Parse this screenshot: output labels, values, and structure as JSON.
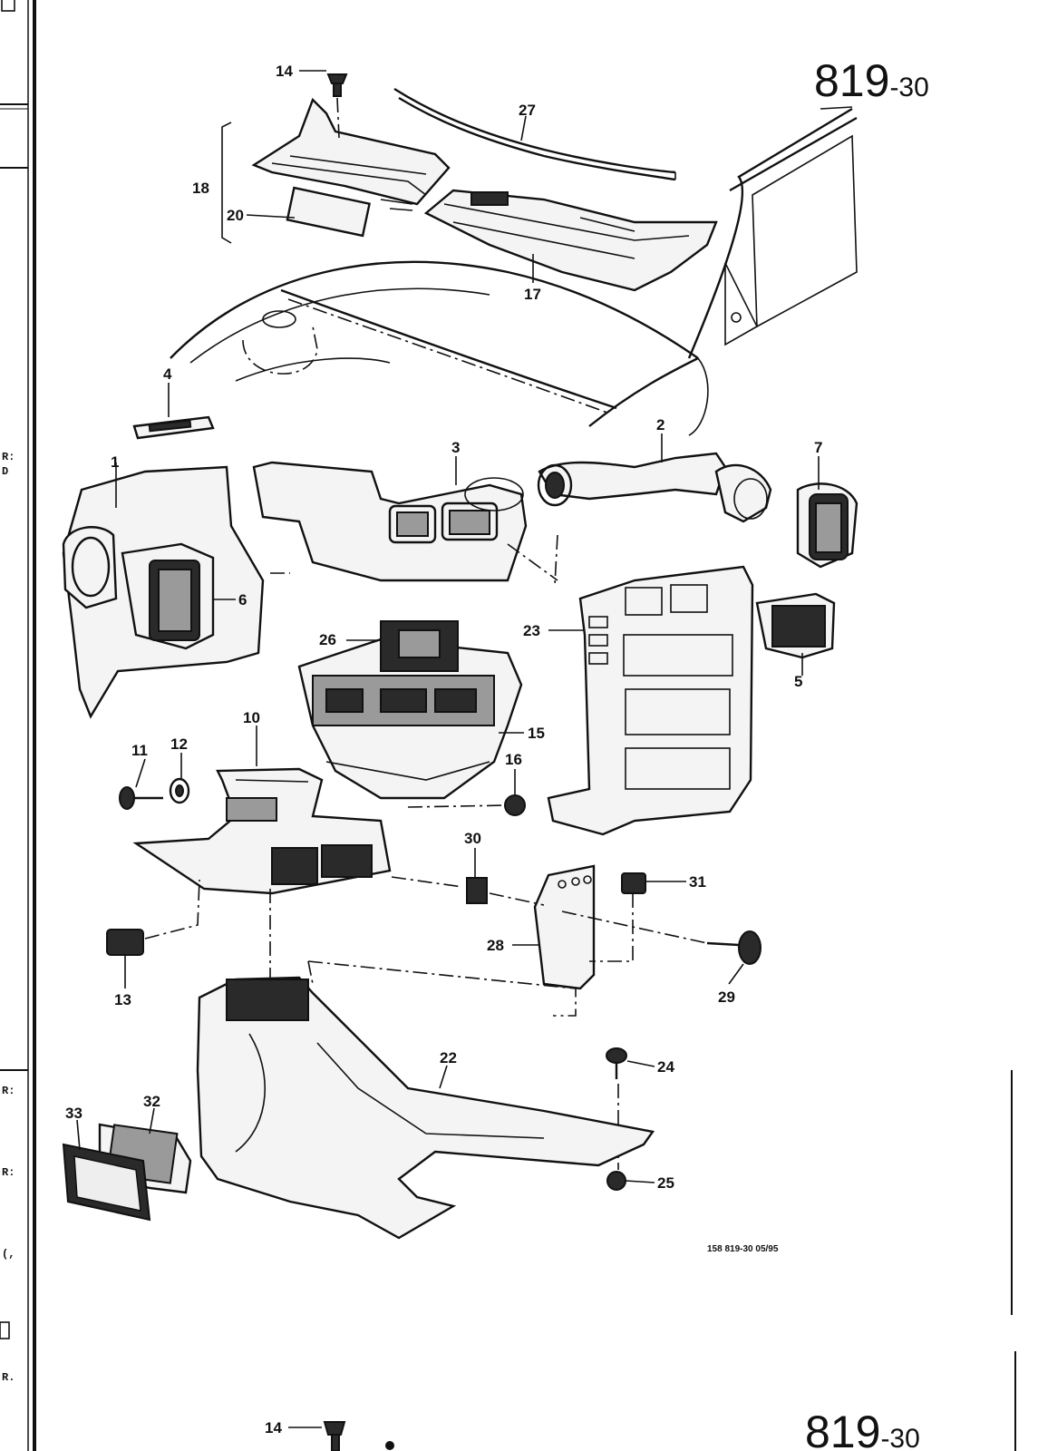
{
  "header": {
    "page_number_main": "819",
    "page_number_suffix": "-30"
  },
  "footer": {
    "caption": "158   819-30    05/95",
    "next_page_main": "819",
    "next_page_suffix": "-30"
  },
  "left_edge_fragments": [
    "R:",
    "D",
    "R:",
    "R:",
    "(,",
    "R."
  ],
  "part_callouts": {
    "p1": "1",
    "p2": "2",
    "p3": "3",
    "p4": "4",
    "p5": "5",
    "p6": "6",
    "p7": "7",
    "p10": "10",
    "p11": "11",
    "p12": "12",
    "p13": "13",
    "p14": "14",
    "p14b": "14",
    "p15": "15",
    "p16": "16",
    "p17": "17",
    "p18": "18",
    "p20": "20",
    "p22": "22",
    "p23": "23",
    "p24": "24",
    "p25": "25",
    "p26": "26",
    "p27": "27",
    "p28": "28",
    "p29": "29",
    "p30": "30",
    "p31": "31",
    "p32": "32",
    "p33": "33"
  }
}
